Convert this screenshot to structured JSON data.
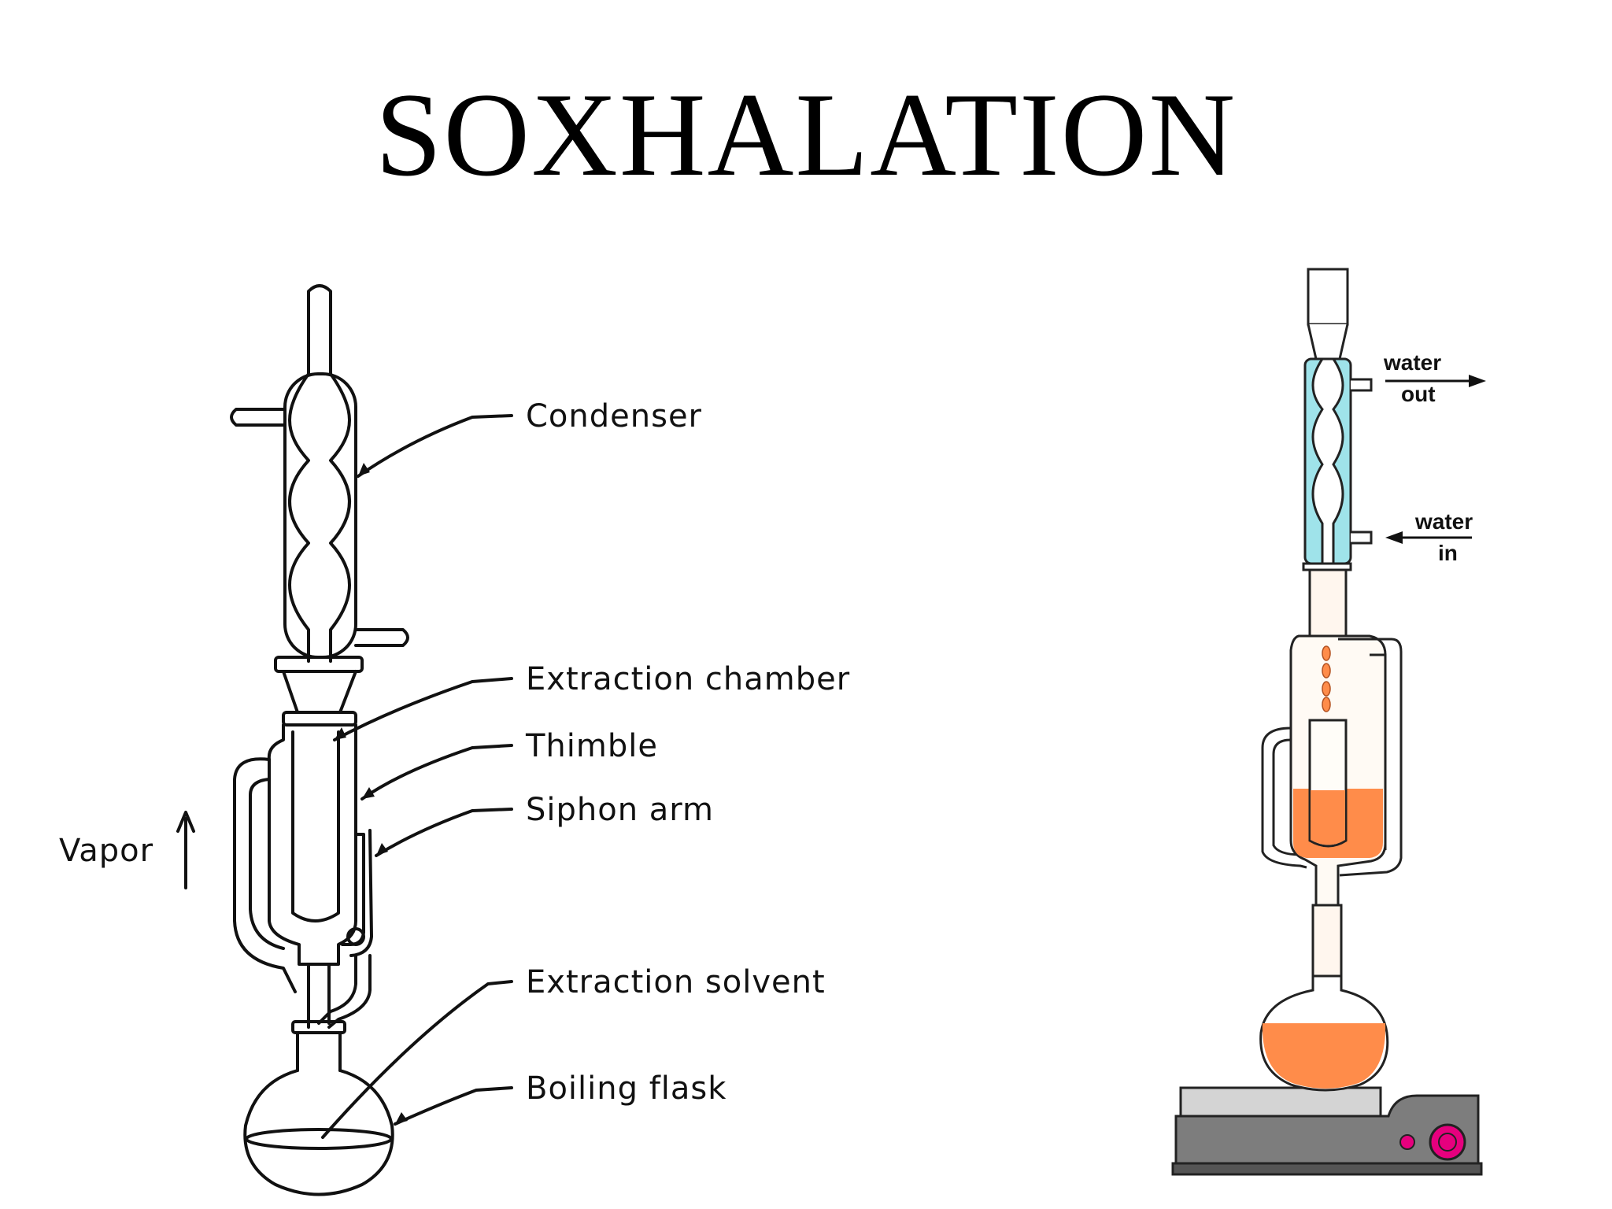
{
  "title": "SOXHALATION",
  "left_diagram": {
    "labels": {
      "condenser": "Condenser",
      "extraction_chamber": "Extraction chamber",
      "thimble": "Thimble",
      "siphon_arm": "Siphon arm",
      "vapor": "Vapor",
      "extraction_solvent": "Extraction solvent",
      "boiling_flask": "Boiling flask"
    }
  },
  "right_diagram": {
    "labels": {
      "water_out_1": "water",
      "water_out_2": "out",
      "water_in_1": "water",
      "water_in_2": "in"
    },
    "colors": {
      "coolant": "#9fe3ea",
      "solvent": "#ff8c4a",
      "hotplate_body": "#7d7d7d",
      "hotplate_top": "#d4d4d4",
      "knob": "#e6007e"
    }
  }
}
